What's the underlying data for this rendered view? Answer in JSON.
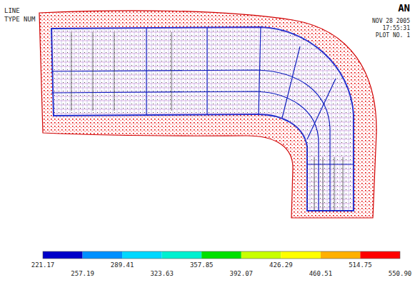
{
  "diagram": {
    "labels": [
      "LINE",
      "TYPE NUM",
      "AN",
      "NOV 28 2005",
      "17:55:31",
      "PLOT NO. 1",
      "221.17",
      "257.19",
      "289.41",
      "323.63",
      "357.85",
      "392.07",
      "426.29",
      "460.51",
      "514.75",
      "550.90"
    ]
  }
}
